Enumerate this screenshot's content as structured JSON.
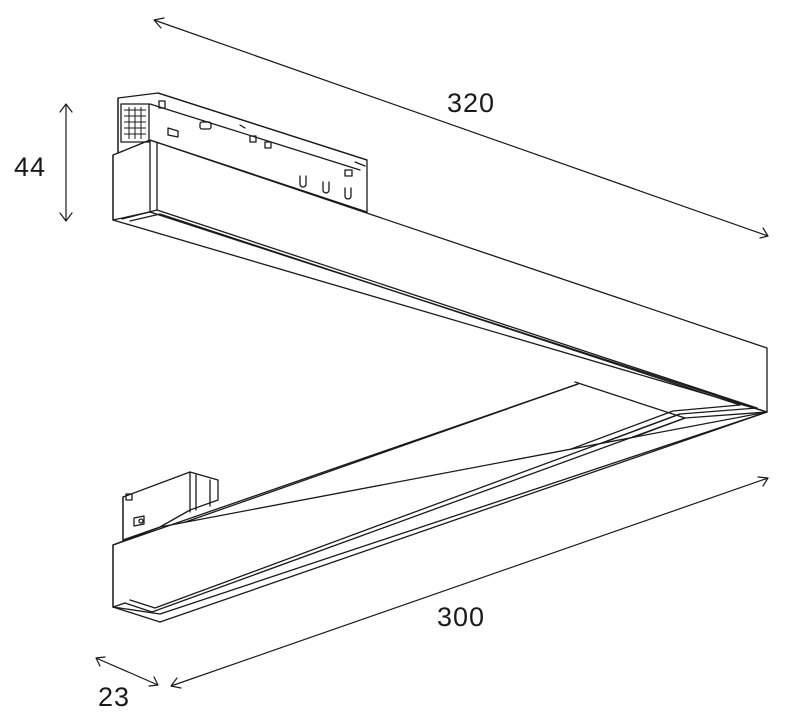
{
  "dimensions": {
    "length_top": "320",
    "length_bottom": "300",
    "height": "44",
    "width": "23"
  },
  "colors": {
    "line": "#1a1a1a",
    "background": "#ffffff"
  }
}
